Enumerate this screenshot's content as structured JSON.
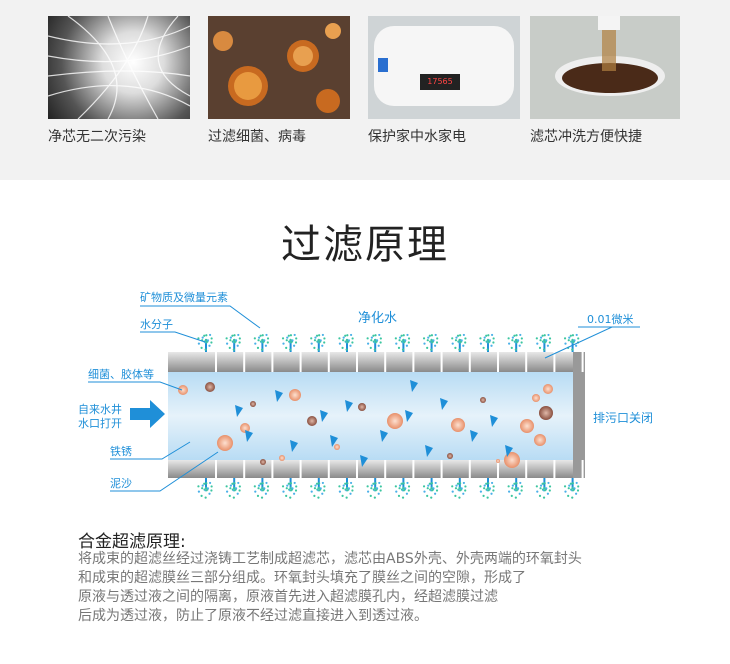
{
  "features": [
    {
      "caption": "净芯无二次污染",
      "icon": "hollow-fiber-photo"
    },
    {
      "caption": "过滤细菌、病毒",
      "icon": "bacteria-photo"
    },
    {
      "caption": "保护家中水家电",
      "icon": "water-heater-photo"
    },
    {
      "caption": "滤芯冲洗方便快捷",
      "icon": "flush-bucket-photo"
    }
  ],
  "heater_display": "17565",
  "title": "过滤原理",
  "diagram": {
    "minerals": "矿物质及微量元素",
    "purified_water": "净化水",
    "water_molecule": "水分子",
    "pore_size": "0.01微米",
    "bacteria": "细菌、胶体等",
    "inlet_line1": "自来水井",
    "inlet_line2": "水口打开",
    "rust": "铁锈",
    "sediment": "泥沙",
    "drain": "排污口关闭"
  },
  "principle": {
    "title": "合金超滤原理:",
    "lines": [
      "将成束的超滤丝经过浇铸工艺制成超滤芯，滤芯由ABS外壳、外壳两端的环氧封头",
      "和成束的超滤膜丝三部分组成。环氧封头填充了膜丝之间的空隙，形成了",
      "原液与透过液之间的隔离，原液首先进入超滤膜孔内，经超滤膜过滤",
      "后成为透过液，防止了原液不经过滤直接进入到透过液。"
    ]
  },
  "colors": {
    "accent": "#1f8fd8",
    "molecule": "#3cc6a0",
    "particle": "#f0a080"
  }
}
